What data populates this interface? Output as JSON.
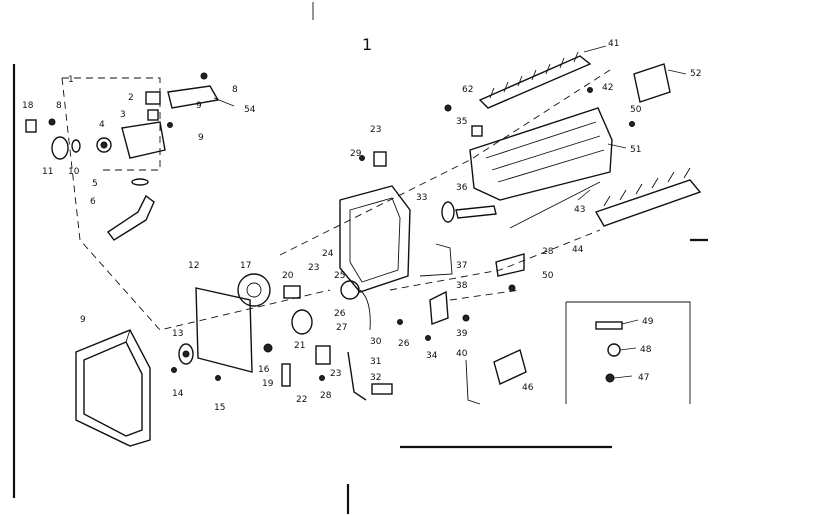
{
  "diagram": {
    "page_mark": "1",
    "callouts": {
      "c1": "1",
      "c2": "2",
      "c3": "3",
      "c4": "4",
      "c5": "5",
      "c6": "6",
      "c8": "8",
      "c8b": "8",
      "c9a": "9",
      "c9b": "9",
      "c10": "10",
      "c11": "11",
      "c12": "12",
      "c13": "13",
      "c14": "14",
      "c15": "15",
      "c16": "16",
      "c17": "17",
      "c18": "18",
      "c19": "19",
      "c20": "20",
      "c21": "21",
      "c22": "22",
      "c23a": "23",
      "c23b": "23",
      "c23c": "23",
      "c24": "24",
      "c25": "25",
      "c26a": "26",
      "c26b": "26",
      "c27": "27",
      "c28a": "28",
      "c28b": "28",
      "c29": "29",
      "c30": "30",
      "c31": "31",
      "c32": "32",
      "c33": "33",
      "c34": "34",
      "c35": "35",
      "c36": "36",
      "c37": "37",
      "c38": "38",
      "c39": "39",
      "c40": "40",
      "c41": "41",
      "c42": "42",
      "c43": "43",
      "c44": "44",
      "c46": "46",
      "c47": "47",
      "c48": "48",
      "c49": "49",
      "c50a": "50",
      "c50b": "50",
      "c51": "51",
      "c52": "52",
      "c54": "54",
      "c62": "62"
    }
  }
}
